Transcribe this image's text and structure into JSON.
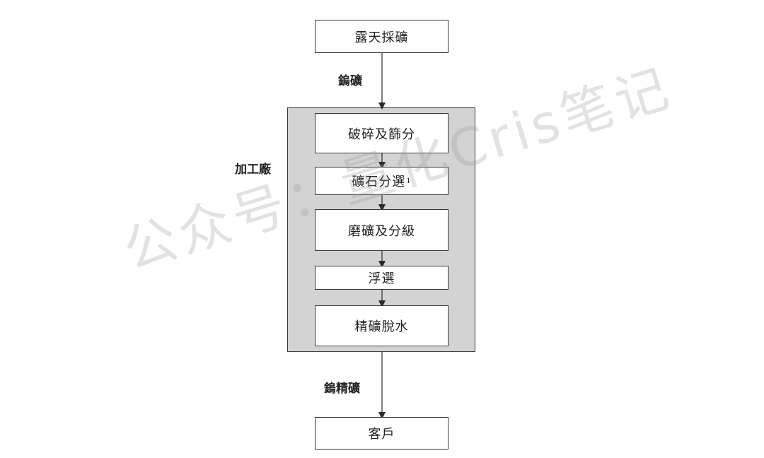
{
  "nodes": {
    "mining": "露天採礦",
    "crushing": "破碎及篩分",
    "ore_sorting": "礦石分選",
    "ore_sorting_note": "1",
    "grinding": "磨礦及分級",
    "flotation": "浮選",
    "dewatering": "精礦脫水",
    "customer": "客戶"
  },
  "labels": {
    "ore": "鎢礦",
    "plant": "加工廠",
    "concentrate": "鎢精礦"
  },
  "watermark": "公众号：量化Cris笔记"
}
